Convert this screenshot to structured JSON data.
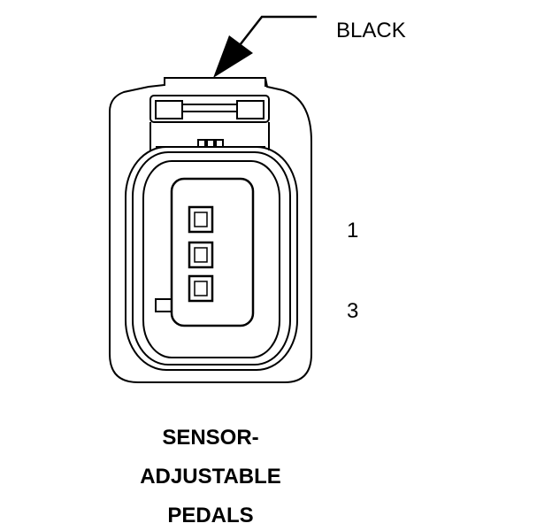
{
  "callout": {
    "color_label": "BLACK"
  },
  "pins": {
    "first": "1",
    "last": "3"
  },
  "caption": {
    "line1": "SENSOR-",
    "line2": "ADJUSTABLE",
    "line3": "PEDALS"
  },
  "colors": {
    "ink": "#000000",
    "background": "#ffffff"
  }
}
